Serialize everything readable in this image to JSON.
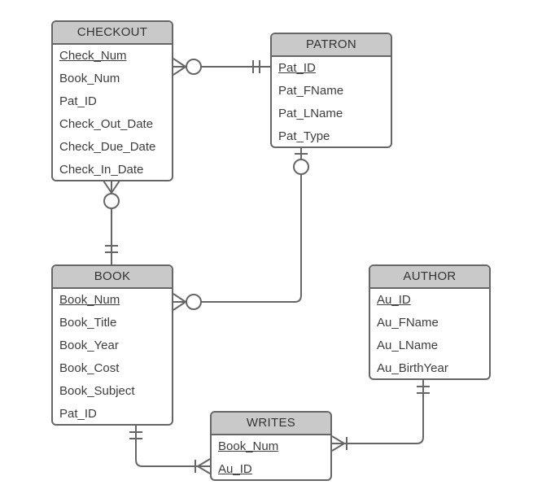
{
  "diagram": {
    "type": "entity-relationship-diagram",
    "notation": "crows-foot"
  },
  "colors": {
    "entity_header_fill": "#c9c9c9",
    "entity_fill": "#ffffff",
    "stroke": "#666666",
    "text": "#3d3d3d",
    "background": "#ffffff"
  },
  "entities": {
    "checkout": {
      "title": "CHECKOUT",
      "fields": [
        "Check_Num",
        "Book_Num",
        "Pat_ID",
        "Check_Out_Date",
        "Check_Due_Date",
        "Check_In_Date"
      ],
      "primary_keys": [
        "Check_Num"
      ]
    },
    "patron": {
      "title": "PATRON",
      "fields": [
        "Pat_ID",
        "Pat_FName",
        "Pat_LName",
        "Pat_Type"
      ],
      "primary_keys": [
        "Pat_ID"
      ]
    },
    "book": {
      "title": "BOOK",
      "fields": [
        "Book_Num",
        "Book_Title",
        "Book_Year",
        "Book_Cost",
        "Book_Subject",
        "Pat_ID"
      ],
      "primary_keys": [
        "Book_Num"
      ]
    },
    "author": {
      "title": "AUTHOR",
      "fields": [
        "Au_ID",
        "Au_FName",
        "Au_LName",
        "Au_BirthYear"
      ],
      "primary_keys": [
        "Au_ID"
      ]
    },
    "writes": {
      "title": "WRITES",
      "fields": [
        "Book_Num",
        "Au_ID"
      ],
      "primary_keys": [
        "Book_Num",
        "Au_ID"
      ]
    }
  },
  "relationships": [
    {
      "from": "CHECKOUT",
      "to": "PATRON",
      "from_cardinality": "zero-or-many",
      "to_cardinality": "one-and-only-one"
    },
    {
      "from": "CHECKOUT",
      "to": "BOOK",
      "from_cardinality": "zero-or-many",
      "to_cardinality": "one-and-only-one"
    },
    {
      "from": "BOOK",
      "to": "PATRON",
      "from_cardinality": "zero-or-many",
      "to_cardinality": "zero-or-one"
    },
    {
      "from": "WRITES",
      "to": "BOOK",
      "from_cardinality": "one-or-many",
      "to_cardinality": "one-and-only-one"
    },
    {
      "from": "WRITES",
      "to": "AUTHOR",
      "from_cardinality": "one-or-many",
      "to_cardinality": "one-and-only-one"
    }
  ]
}
